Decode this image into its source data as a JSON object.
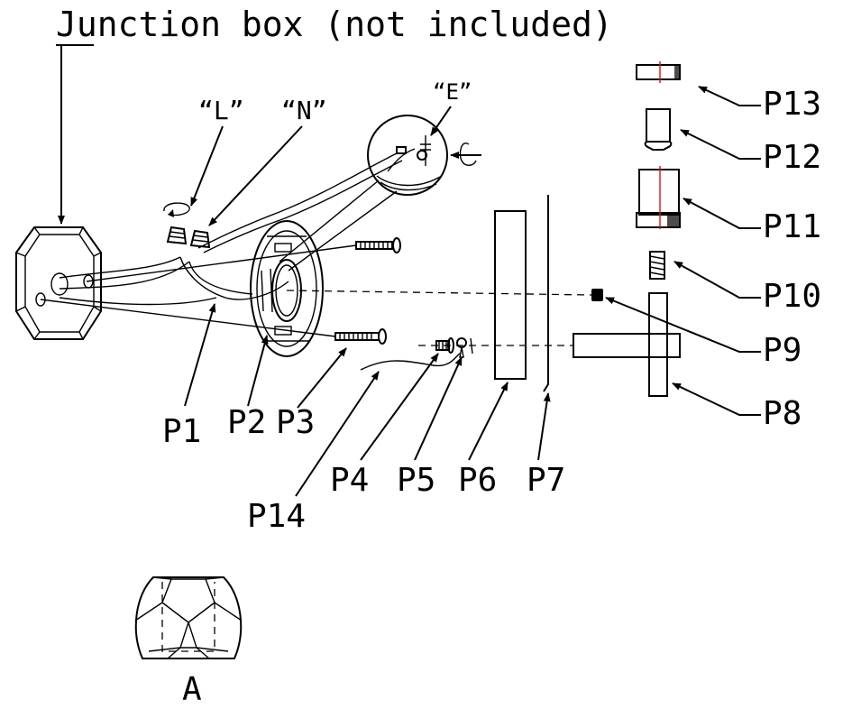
{
  "title": "Junction box (not included)",
  "callouts": {
    "L": "“L”",
    "N": "“N”",
    "E": "“E”"
  },
  "parts": {
    "p1": "P1",
    "p2": "P2",
    "p3": "P3",
    "p4": "P4",
    "p5": "P5",
    "p6": "P6",
    "p7": "P7",
    "p8": "P8",
    "p9": "P9",
    "p10": "P10",
    "p11": "P11",
    "p12": "P12",
    "p13": "P13",
    "p14": "P14"
  },
  "shade_label": "A"
}
